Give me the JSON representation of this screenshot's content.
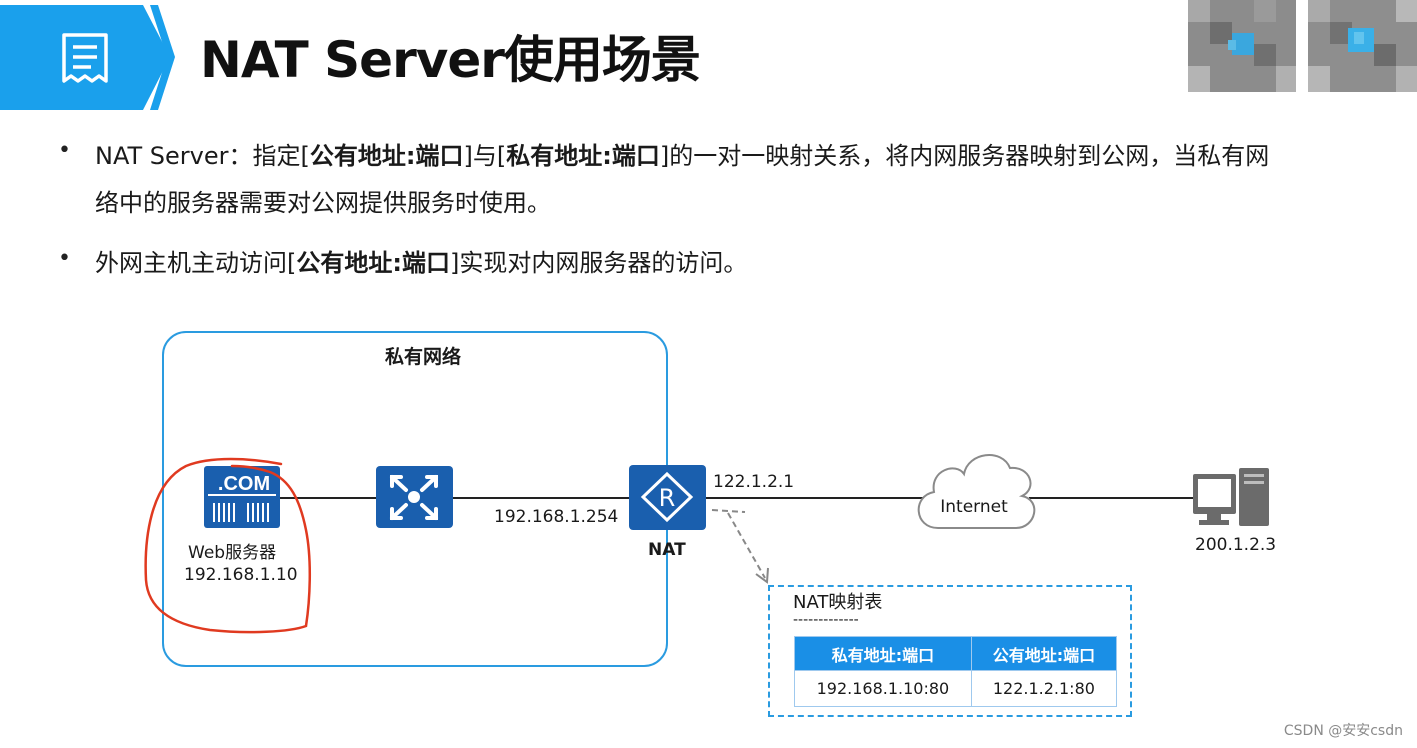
{
  "header": {
    "title": "NAT Server使用场景"
  },
  "bullets": [
    {
      "line1": [
        {
          "text": "NAT Server：指定[",
          "bold": false
        },
        {
          "text": "公有地址:端口",
          "bold": true
        },
        {
          "text": "]与[",
          "bold": false
        },
        {
          "text": "私有地址:端口",
          "bold": true
        },
        {
          "text": "]的一对一映射关系，将内网服务器映射到公网，当私有网",
          "bold": false
        }
      ],
      "line2": "络中的服务器需要对公网提供服务时使用。"
    },
    {
      "line1": [
        {
          "text": "外网主机主动访问[",
          "bold": false
        },
        {
          "text": "公有地址:端口",
          "bold": true
        },
        {
          "text": "]实现对内网服务器的访问。",
          "bold": false
        }
      ]
    }
  ],
  "diagram": {
    "private_network_label": "私有网络",
    "server_icon_text": ".COM",
    "server_name": "Web服务器",
    "server_ip": "192.168.1.10",
    "router_inside_ip": "192.168.1.254",
    "router_outside_ip": "122.1.2.1",
    "router_label": "NAT",
    "router_icon_text": "R",
    "internet_label": "Internet",
    "host_ip": "200.1.2.3",
    "nat_table": {
      "title": "NAT映射表",
      "separator": "-------------",
      "headers": [
        "私有地址:端口",
        "公有地址:端口"
      ],
      "rows": [
        [
          "192.168.1.10:80",
          "122.1.2.1:80"
        ]
      ]
    }
  },
  "watermark": "CSDN @安安csdn",
  "colors": {
    "accent": "#1a8fe6",
    "device_blue": "#1a5fae",
    "annotation_red": "#e03a20",
    "frame_blue": "#2a9be0"
  }
}
